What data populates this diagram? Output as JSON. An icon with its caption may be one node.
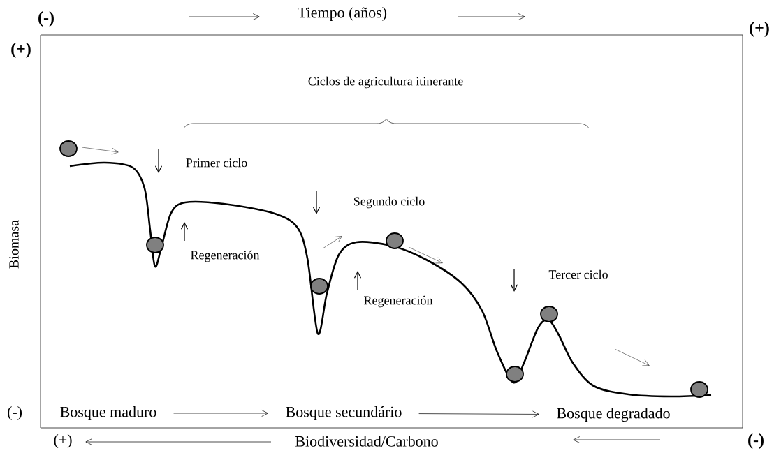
{
  "diagram": {
    "nodes": [
      {
        "text": [
          "Bosque maduro"
        ]
      },
      {
        "text": [
          "Bosque secundário"
        ]
      },
      {
        "text": [
          "Bosque degradado"
        ]
      }
    ],
    "edges": [
      {
        "from": 0,
        "to": 1,
        "arrow": "to"
      },
      {
        "from": 1,
        "to": 2,
        "arrow": "to"
      }
    ],
    "labels": [
      "(-)",
      "Tiempo (años)",
      "(+)",
      "(+)",
      "Ciclos de agricultura itinerante",
      "Primer ciclo",
      "Segundo ciclo",
      "Biomasa",
      "Regeneración",
      "Tercer ciclo",
      "Regeneración",
      "(-)",
      "(+)",
      "Biodiversidad/Carbono",
      "(-)"
    ]
  }
}
